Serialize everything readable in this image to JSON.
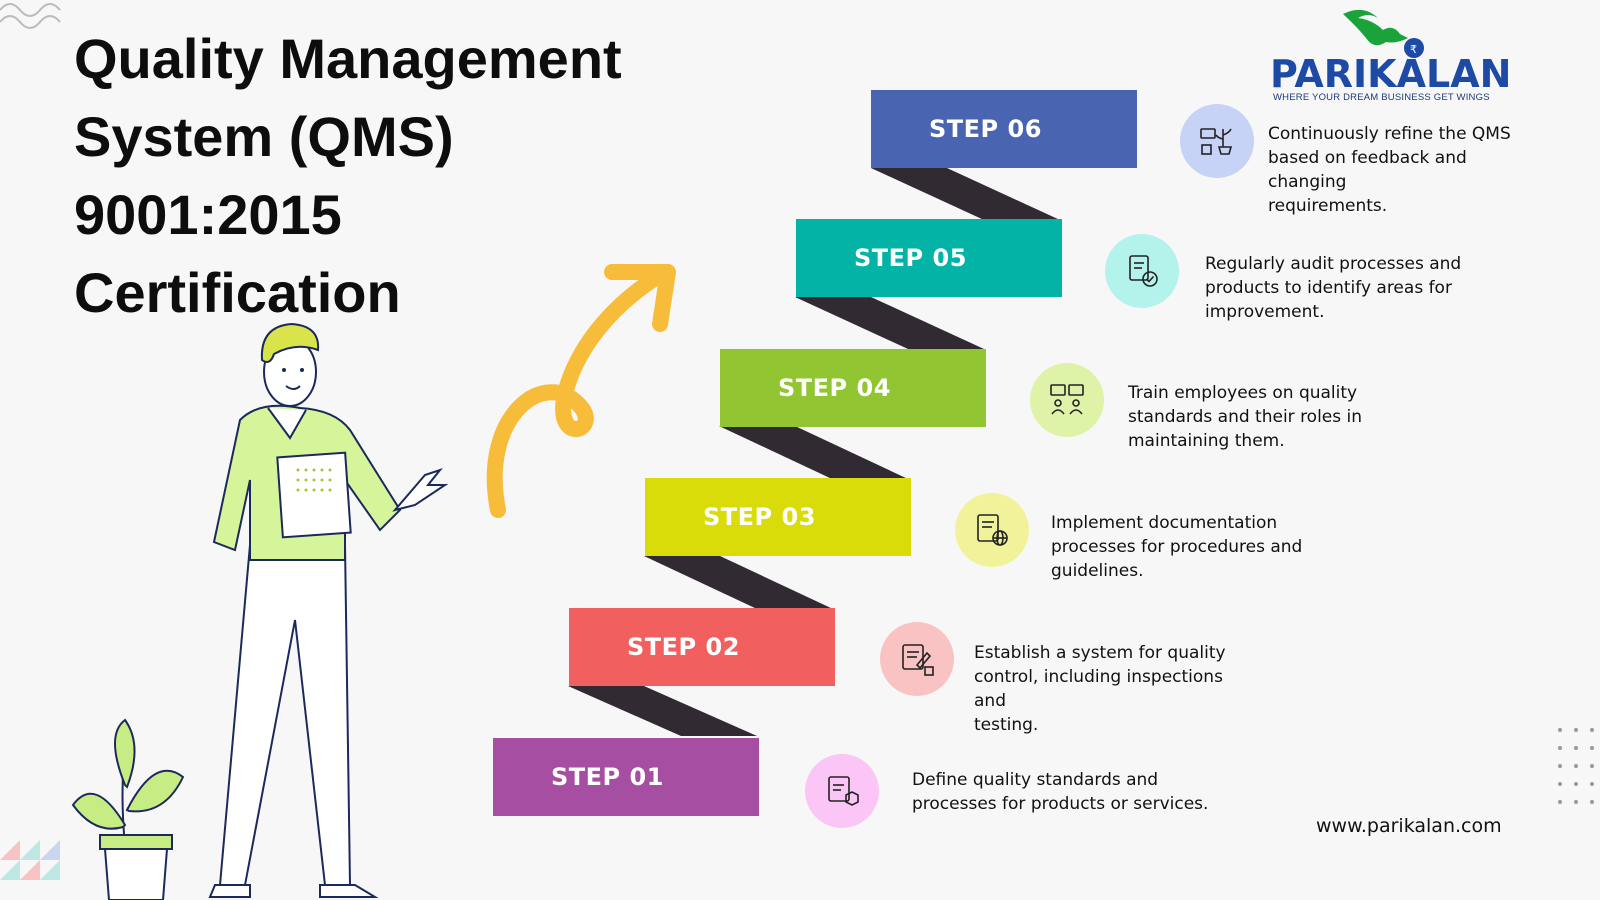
{
  "title": {
    "line1": "Quality Management",
    "line2": "System (QMS)",
    "line3": "9001:2015",
    "line4": "Certification"
  },
  "logo": {
    "name": "PARIKALAN",
    "tagline": "WHERE YOUR DREAM BUSINESS GET WINGS"
  },
  "steps": [
    {
      "label": "STEP 01",
      "color": "#a54ea2",
      "icon_bg": "#fbc6f5",
      "icon": "certificate-icon",
      "text": [
        "Define quality standards and",
        "processes for products or services."
      ]
    },
    {
      "label": "STEP 02",
      "color": "#f15f5f",
      "icon_bg": "#f9c3c3",
      "icon": "checklist-icon",
      "text": [
        "Establish a system for quality",
        "control, including inspections and",
        "testing."
      ]
    },
    {
      "label": "STEP 03",
      "color": "#d9dc09",
      "icon_bg": "#f2f29a",
      "icon": "document-globe-icon",
      "text": [
        "Implement documentation",
        "processes for procedures and",
        "guidelines."
      ]
    },
    {
      "label": "STEP 04",
      "color": "#92c532",
      "icon_bg": "#dff3a8",
      "icon": "training-icon",
      "text": [
        "Train employees on quality",
        "standards and their roles in",
        "maintaining them."
      ]
    },
    {
      "label": "STEP 05",
      "color": "#02b3a6",
      "icon_bg": "#b4f2ec",
      "icon": "audit-icon",
      "text": [
        "Regularly audit processes and",
        "products to identify areas for",
        "improvement."
      ]
    },
    {
      "label": "STEP 06",
      "color": "#4965b2",
      "icon_bg": "#c6d3f7",
      "icon": "growth-icon",
      "text": [
        "Continuously refine the QMS",
        "based on feedback and changing",
        "requirements."
      ]
    }
  ],
  "website": "www.parikalan.com",
  "colors": {
    "connector": "#312a33",
    "arrow": "#f7bc3a",
    "person_shirt": "#d6f59a",
    "person_hair": "#d8e44a"
  }
}
